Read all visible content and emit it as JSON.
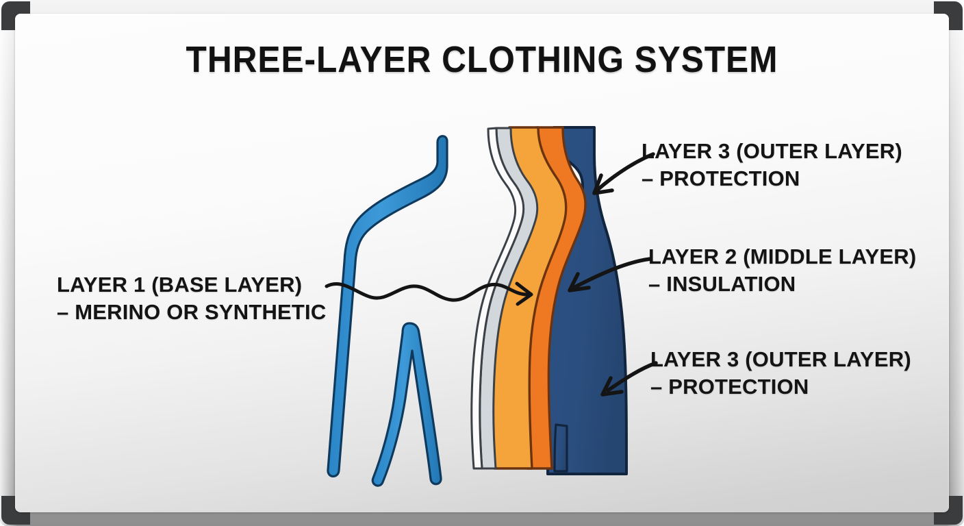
{
  "board": {
    "title": "THREE-LAYER CLOTHING SYSTEM",
    "surface_color": "#fbfbfb",
    "frame_color": "#c6c6c6",
    "corner_cap_color": "#3a3c3e"
  },
  "labels": {
    "layer1": {
      "line1": "LAYER 1 (BASE LAYER)",
      "line2": "– MERINO OR SYNTHETIC"
    },
    "layer3_top": {
      "line1": "LAYER 3 (OUTER LAYER)",
      "line2": "– PROTECTION"
    },
    "layer2": {
      "line1": "LAYER 2 (MIDDLE LAYER)",
      "line2": "– INSULATION"
    },
    "layer3_bottom": {
      "line1": "LAYER 3 (OUTER LAYER)",
      "line2": "– PROTECTION"
    }
  },
  "diagram": {
    "figure_outline": {
      "name": "human-body-outline",
      "stroke_color": "#2f8fd0",
      "outline_color": "#10395c"
    },
    "cross_section_layers": [
      {
        "name": "base-layer-inner",
        "color": "#ffffff",
        "order": 1
      },
      {
        "name": "base-layer-grey",
        "color": "#d2d7db",
        "order": 2
      },
      {
        "name": "insulation-amber",
        "color": "#f5a43b",
        "order": 3
      },
      {
        "name": "insulation-orange",
        "color": "#ef7822",
        "order": 4
      },
      {
        "name": "outer-shell-navy",
        "color": "#2a4e7e",
        "order": 5
      }
    ],
    "arrows": [
      {
        "name": "arrow-to-outer-layer-top",
        "style": "curved",
        "direction": "down-left"
      },
      {
        "name": "arrow-to-middle-layer",
        "style": "curved",
        "direction": "left"
      },
      {
        "name": "arrow-to-outer-layer-bottom",
        "style": "curved",
        "direction": "left"
      },
      {
        "name": "arrow-to-base-layer",
        "style": "wavy",
        "direction": "right"
      }
    ],
    "ink_color": "#141414"
  }
}
